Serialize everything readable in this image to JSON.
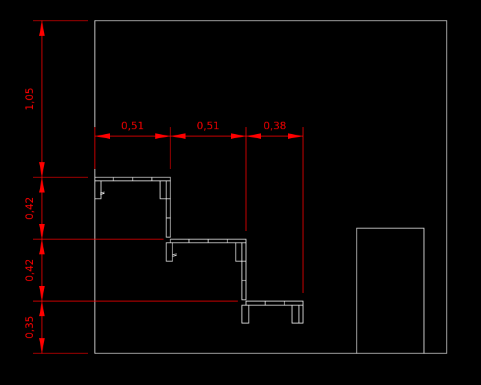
{
  "drawing": {
    "horizontal_dimensions": [
      "0,51",
      "0,51",
      "0,38"
    ],
    "vertical_dimensions": [
      "1,05",
      "0,42",
      "0,42",
      "0,35"
    ],
    "colors": {
      "background": "#000000",
      "geometry": "#ffffff",
      "dimensions": "#ff0000"
    }
  }
}
